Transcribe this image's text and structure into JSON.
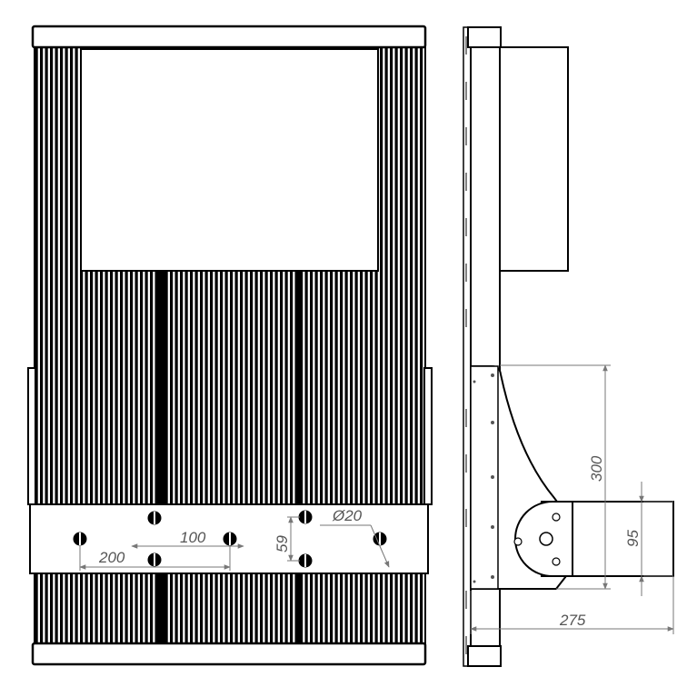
{
  "drawing": {
    "dimensions": {
      "hole_pitch_small": "100",
      "hole_span_large": "200",
      "hole_vertical_spacing": "59",
      "hole_diameter": "Ø20",
      "bracket_height": "300",
      "pipe_diameter": "95",
      "overall_depth": "275"
    }
  }
}
